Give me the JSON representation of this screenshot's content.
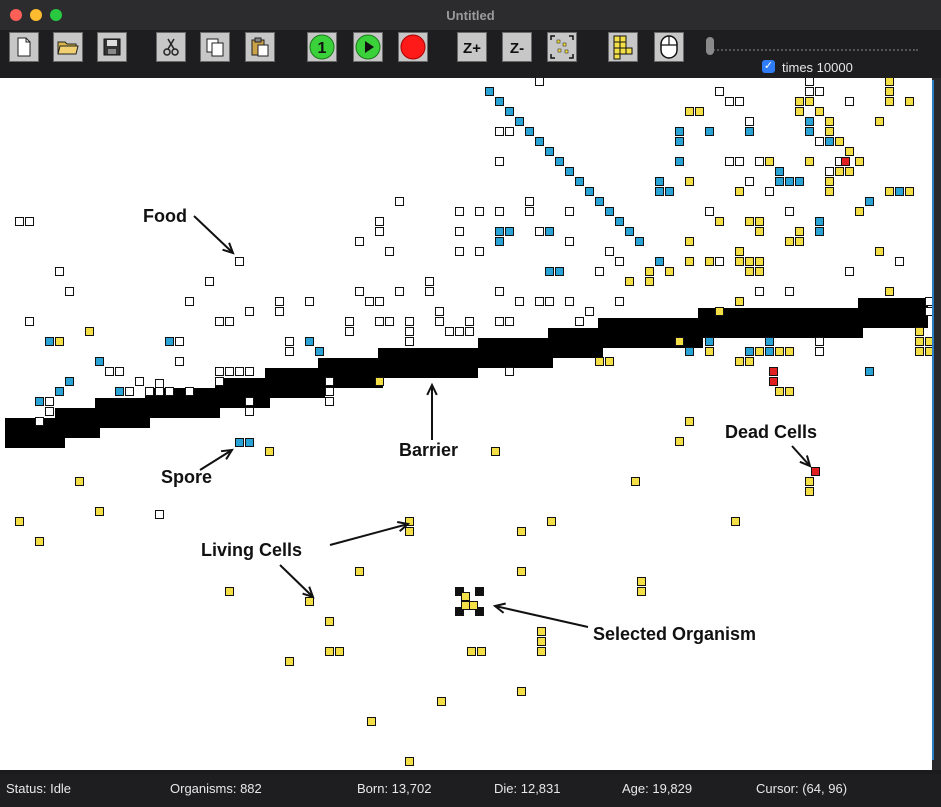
{
  "window": {
    "title": "Untitled"
  },
  "toolbar": {
    "buttons": [
      {
        "name": "new-file-button",
        "icon": "new-file-icon"
      },
      {
        "name": "open-folder-button",
        "icon": "folder-icon"
      },
      {
        "name": "save-button",
        "icon": "save-icon"
      },
      {
        "name": "cut-button",
        "icon": "scissors-icon"
      },
      {
        "name": "copy-button",
        "icon": "copy-icon"
      },
      {
        "name": "paste-button",
        "icon": "paste-icon"
      },
      {
        "name": "step-button",
        "icon": "step-one-icon",
        "text": "1"
      },
      {
        "name": "play-button",
        "icon": "play-icon"
      },
      {
        "name": "record-button",
        "icon": "record-icon"
      },
      {
        "name": "zoom-in-button",
        "icon": "zoom-in-icon",
        "text": "Z+"
      },
      {
        "name": "zoom-out-button",
        "icon": "zoom-out-icon",
        "text": "Z-"
      },
      {
        "name": "fit-view-button",
        "icon": "fit-view-icon"
      },
      {
        "name": "editor-button",
        "icon": "grid-editor-icon"
      },
      {
        "name": "mouse-mode-button",
        "icon": "mouse-icon"
      }
    ],
    "speed_slider": {
      "value": 0
    },
    "times_checkbox": {
      "label": "times 10000",
      "checked": true
    }
  },
  "annotations": {
    "food": "Food",
    "spore": "Spore",
    "barrier": "Barrier",
    "dead_cells": "Dead Cells",
    "living_cells": "Living Cells",
    "selected_organism": "Selected Organism"
  },
  "colors": {
    "food": "#ffffff",
    "spore": "#29a3d6",
    "living": "#f4e046",
    "dead": "#e02020",
    "barrier": "#000000",
    "selected": "#111111"
  },
  "status": {
    "state": "Status: Idle",
    "organisms": "Organisms: 882",
    "born": "Born: 13,702",
    "die": "Die: 12,831",
    "age": "Age: 19,829",
    "cursor": "Cursor: (64, 96)"
  }
}
